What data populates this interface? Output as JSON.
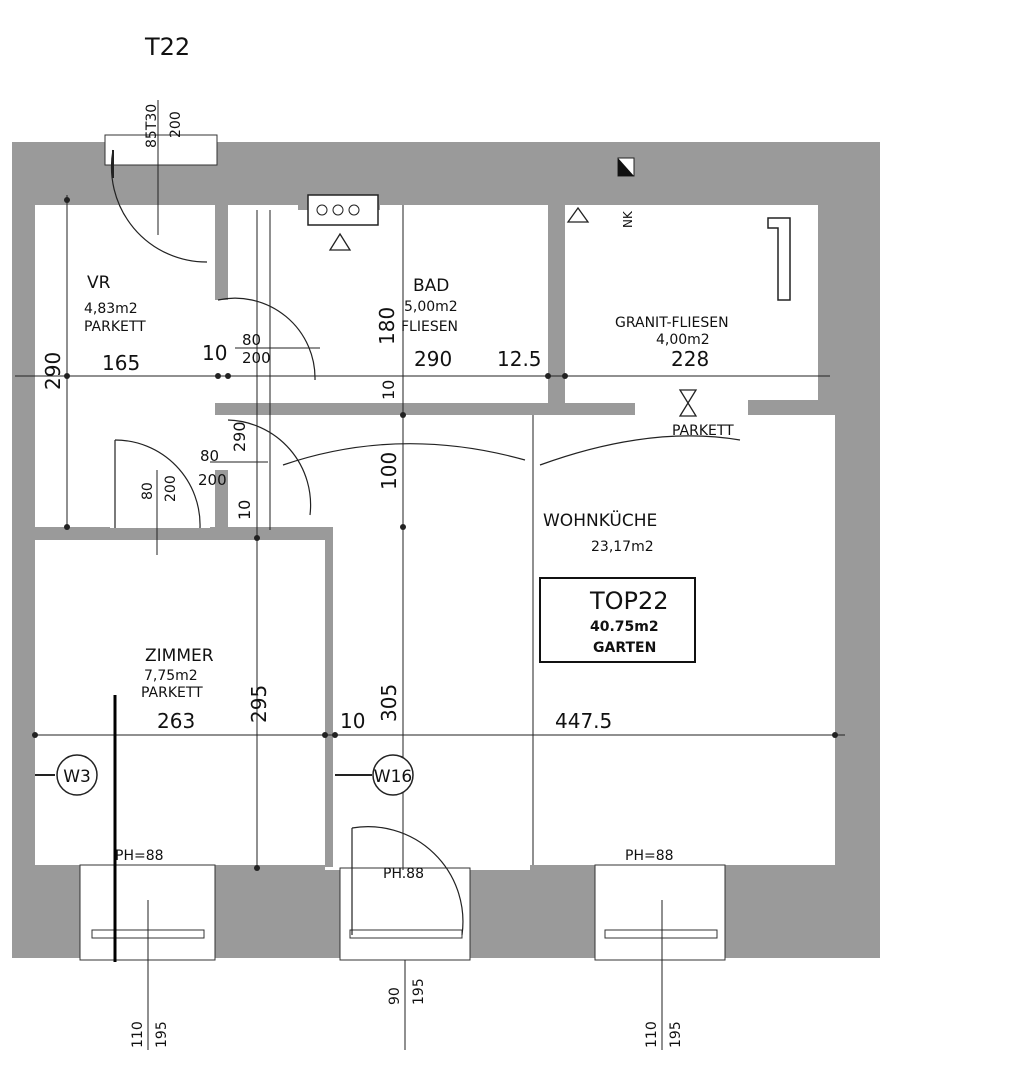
{
  "unit_title": "T22",
  "rooms": {
    "vr": {
      "name": "VR",
      "area": "4,83m2",
      "floor": "PARKETT"
    },
    "bad": {
      "name": "BAD",
      "area": "5,00m2",
      "floor": "FLIESEN"
    },
    "granit": {
      "name": "GRANIT-FLIESEN",
      "area": "4,00m2"
    },
    "wohnkueche": {
      "name": "WOHNKÜCHE",
      "area": "23,17m2"
    },
    "zimmer": {
      "name": "ZIMMER",
      "area": "7,75m2",
      "floor": "PARKETT"
    }
  },
  "parkett_label": "PARKETT",
  "summary": {
    "title": "TOP22",
    "area": "40.75m2",
    "extra": "GARTEN"
  },
  "dimensions": {
    "vr_h": "290",
    "vr_w": "165",
    "d10_a": "10",
    "d80_a": "80",
    "d200_a": "200",
    "bad_h": "180",
    "bad_w": "290",
    "d12_5": "12.5",
    "d10_b": "10",
    "granit_w": "228",
    "d290_b": "290",
    "d80_b": "80",
    "d200_b": "200",
    "d10_c": "10",
    "zdoor_w": "80",
    "zdoor_h": "200",
    "d100": "100",
    "zimmer_w": "263",
    "zimmer_h": "295",
    "d10_d": "10",
    "wk_h": "305",
    "wk_w": "447.5",
    "entry_w": "85T30",
    "entry_h": "200",
    "win1_a": "110",
    "win1_b": "195",
    "win2_a": "90",
    "win2_b": "195",
    "win3_a": "110",
    "win3_b": "195"
  },
  "windows": {
    "w3": "W3",
    "w16": "W16"
  },
  "sills": {
    "s1": "PH=88",
    "s2": "PH.88",
    "s3": "PH=88"
  },
  "nk_label": "NK"
}
